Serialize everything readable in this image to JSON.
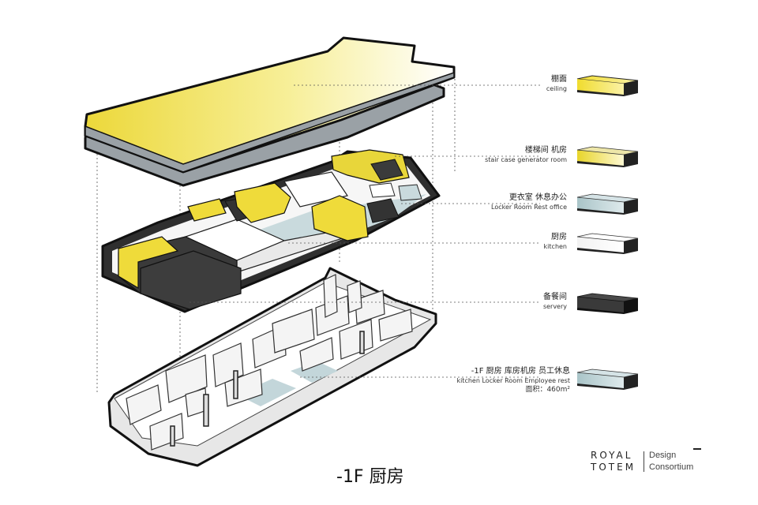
{
  "legend": [
    {
      "cn": "棚面",
      "en": "ceiling",
      "swatch_color": "#f0dc2e"
    },
    {
      "cn": "楼梯间 机房",
      "en": "stair case  generator room",
      "swatch_color": "#ead936"
    },
    {
      "cn": "更衣室 休息办公",
      "en": "Locker Room  Rest office",
      "swatch_color": "#bcd3d6"
    },
    {
      "cn": "厨房",
      "en": "kitchen",
      "swatch_color": "#f4f4f4"
    },
    {
      "cn": "备餐间",
      "en": "servery",
      "swatch_color": "#333333"
    },
    {
      "cn": "-1F 厨房 库房机房 员工休息",
      "en": "kitchen  Locker Room  Employee rest",
      "swatch_color": "#bcd3d6"
    }
  ],
  "area_label": "面积：460m²",
  "caption": "-1F 厨房",
  "logo": {
    "line1": "ROYAL",
    "line2": "TOTEM",
    "sub1": "Design",
    "sub2": "Consortium"
  },
  "colors": {
    "yellow": "#f0dc3a",
    "dark": "#3a3a3a",
    "pale_blue": "#c5d8dc",
    "gray_slab": "#9aa0a6"
  }
}
